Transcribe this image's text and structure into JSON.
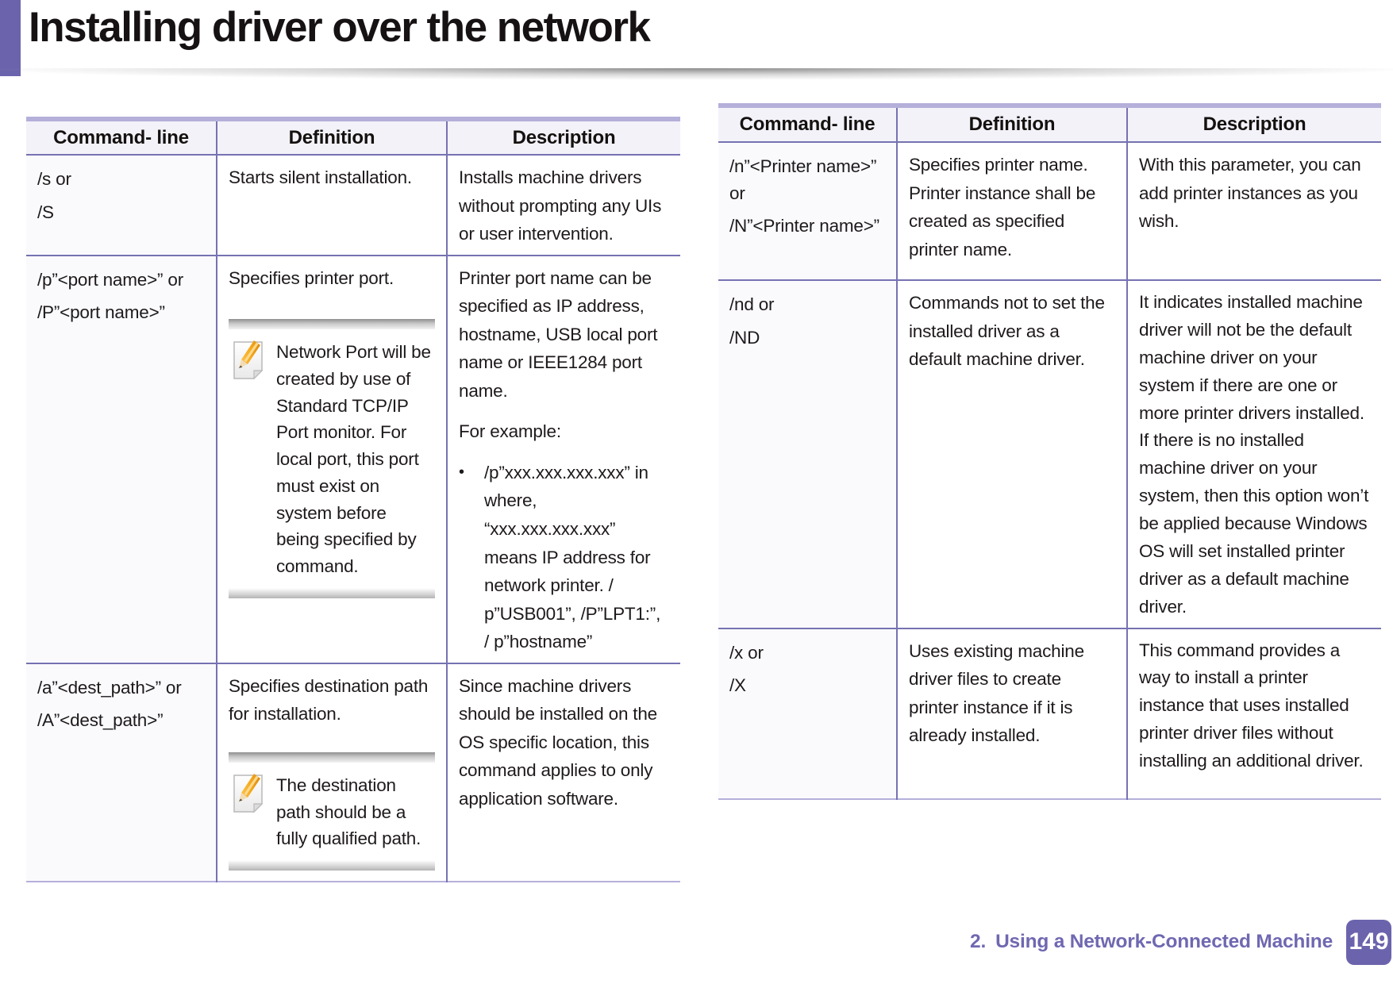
{
  "page": {
    "title": "Installing driver over the network",
    "footer": {
      "chapter": "2.",
      "section": "Using a Network-Connected Machine",
      "page_number": "149"
    }
  },
  "colors": {
    "accent": "#6B64AD",
    "table-top-border": "#B4B0DA",
    "divider": "#7672B2",
    "header-bg": "#F3F2F9",
    "col1-bg": "#FAFAFD",
    "footer-text": "#6F68B1",
    "text": "#1E1A1B"
  },
  "table_headers": [
    "Command- line",
    "Definition",
    "Description"
  ],
  "left_table": {
    "rows": [
      {
        "command_lines": [
          "/s or",
          "/S"
        ],
        "definition": "Starts silent installation.",
        "description": "Installs machine drivers without prompting any UIs or user intervention."
      },
      {
        "command_lines": [
          "/p”<port name>” or",
          "/P”<port name>”"
        ],
        "definition": "Specifies printer port.",
        "note": "Network Port will be created by use of Standard TCP/IP Port monitor. For local port, this port must exist on system before being specified by command.",
        "description_intro": "Printer port name can be specified as IP address, hostname, USB local port name or IEEE1284 port name.",
        "description_example_label": "For example:",
        "description_bullet": "/p”xxx.xxx.xxx.xxx” in where, “xxx.xxx.xxx.xxx” means IP address for network printer. / p”USB001”, /P”LPT1:”, / p”hostname”"
      },
      {
        "command_lines": [
          "/a”<dest_path>” or",
          "/A”<dest_path>”"
        ],
        "definition": "Specifies destination path for installation.",
        "note": "The destination path should be a fully qualified path.",
        "description": "Since machine drivers should be installed on the OS specific location, this command applies to only application software."
      }
    ]
  },
  "right_table": {
    "rows": [
      {
        "command_lines": [
          "/n”<Printer name>”",
          "or",
          "/N”<Printer name>”"
        ],
        "definition": "Specifies printer name. Printer instance shall be created as specified printer name.",
        "description": "With this parameter, you can add printer instances as you wish."
      },
      {
        "command_lines": [
          "/nd or",
          "/ND"
        ],
        "definition": "Commands not to set the installed driver as a default machine driver.",
        "description": "It indicates installed machine driver will not be the default machine driver on your system if there are one or more printer drivers installed. If there is no installed machine driver on your system, then this option won’t be applied because Windows OS will set installed printer driver as a default machine driver."
      },
      {
        "command_lines": [
          "/x or",
          "/X"
        ],
        "definition": "Uses existing machine driver files to create printer instance if it is already installed.",
        "description": "This command provides a way to install a printer instance that uses installed printer driver files without installing an additional driver."
      }
    ]
  }
}
